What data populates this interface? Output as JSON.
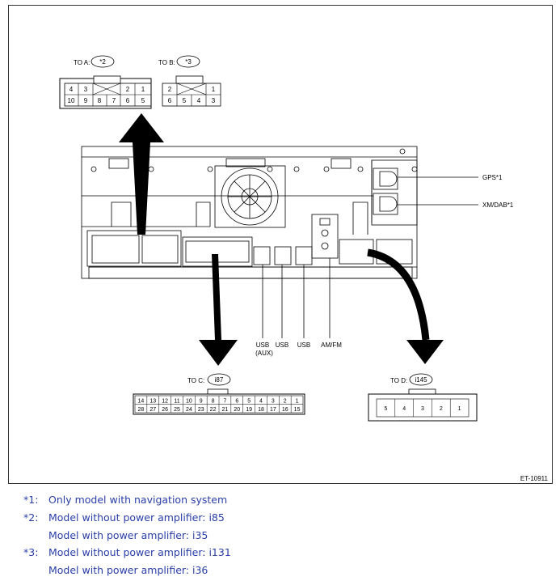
{
  "connectors": {
    "a": {
      "label": "TO A:",
      "ref": "*2",
      "top": [
        "4",
        "3",
        "",
        "2",
        "1"
      ],
      "bottom": [
        "10",
        "9",
        "8",
        "7",
        "6",
        "5"
      ]
    },
    "b": {
      "label": "TO B:",
      "ref": "*3",
      "top": [
        "2",
        "",
        "1"
      ],
      "bottom": [
        "6",
        "5",
        "4",
        "3"
      ]
    },
    "c": {
      "label": "TO C:",
      "ref": "i87",
      "top": [
        "14",
        "13",
        "12",
        "11",
        "10",
        "9",
        "8",
        "7",
        "6",
        "5",
        "4",
        "3",
        "2",
        "1"
      ],
      "bottom": [
        "28",
        "27",
        "26",
        "25",
        "24",
        "23",
        "22",
        "21",
        "20",
        "19",
        "18",
        "17",
        "16",
        "15"
      ]
    },
    "d": {
      "label": "TO D:",
      "ref": "i145",
      "pins": [
        "5",
        "4",
        "3",
        "2",
        "1"
      ]
    }
  },
  "callouts": {
    "gps": "GPS*1",
    "xm": "XM/DAB*1",
    "usb_aux_1": "USB",
    "usb_aux_2": "(AUX)",
    "usb2": "USB",
    "usb3": "USB",
    "amfm": "AM/FM"
  },
  "diagram_code": "ET-10911",
  "notes": [
    {
      "mark": "*1:",
      "text": "Only model with navigation system"
    },
    {
      "mark": "*2:",
      "text": "Model without power amplifier: i85"
    },
    {
      "mark": "",
      "text": "Model with power amplifier: i35"
    },
    {
      "mark": "*3:",
      "text": "Model without power amplifier: i131"
    },
    {
      "mark": "",
      "text": "Model with power amplifier: i36"
    }
  ]
}
